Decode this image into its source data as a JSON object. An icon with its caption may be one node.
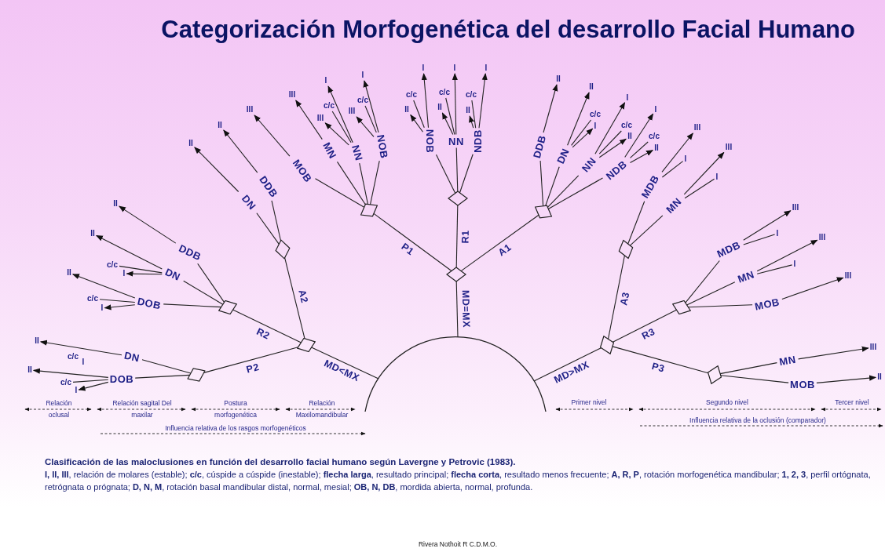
{
  "diagram": {
    "title": "Categorización Morfogenética del desarrollo Facial Humano",
    "caption": "Clasificación de las maloclusiones en función del desarrollo facial humano según Lavergne y Petrovic (1983).",
    "nodes": [
      {
        "text": [],
        "shape": "arc"
      },
      {
        "text": [],
        "shape": "diamond"
      },
      {
        "text": [],
        "shape": "diamond"
      },
      {
        "text": [],
        "shape": "diamond"
      },
      {
        "text": [],
        "shape": "diamond"
      },
      {
        "text": [],
        "shape": "diamond"
      },
      {
        "text": [],
        "shape": "diamond"
      },
      {
        "text": [],
        "shape": "diamond"
      },
      {
        "text": [],
        "shape": "diamond"
      },
      {
        "text": [],
        "shape": "diamond"
      },
      {
        "text": [],
        "shape": "diamond"
      },
      {
        "text": [],
        "shape": "diamond"
      },
      {
        "text": [],
        "shape": "diamond"
      },
      {
        "text": [
          "MOB"
        ]
      },
      {
        "text": [
          "III"
        ]
      },
      {
        "text": [
          "MN"
        ]
      },
      {
        "text": [
          "III"
        ]
      },
      {
        "text": [
          "NN"
        ]
      },
      {
        "text": [
          "I"
        ]
      },
      {
        "text": [
          "c/c"
        ]
      },
      {
        "text": [
          "III"
        ]
      },
      {
        "text": [
          "NOB"
        ]
      },
      {
        "text": [
          "I"
        ]
      },
      {
        "text": [
          "c/c"
        ]
      },
      {
        "text": [
          "III"
        ]
      },
      {
        "text": [
          "NOB"
        ]
      },
      {
        "text": [
          "I"
        ]
      },
      {
        "text": [
          "c/c"
        ]
      },
      {
        "text": [
          "II"
        ]
      },
      {
        "text": [
          "NN"
        ]
      },
      {
        "text": [
          "I"
        ]
      },
      {
        "text": [
          "c/c"
        ]
      },
      {
        "text": [
          "II"
        ]
      },
      {
        "text": [
          "NDB"
        ]
      },
      {
        "text": [
          "I"
        ]
      },
      {
        "text": [
          "c/c"
        ]
      },
      {
        "text": [
          "II"
        ]
      },
      {
        "text": [
          "DDB"
        ]
      },
      {
        "text": [
          "II"
        ]
      },
      {
        "text": [
          "DN"
        ]
      },
      {
        "text": [
          "II"
        ]
      },
      {
        "text": [
          "c/c"
        ]
      },
      {
        "text": [
          "I"
        ]
      },
      {
        "text": [
          "NN"
        ]
      },
      {
        "text": [
          "I"
        ]
      },
      {
        "text": [
          "c/c"
        ]
      },
      {
        "text": [
          "II"
        ]
      },
      {
        "text": [
          "NDB"
        ]
      },
      {
        "text": [
          "I"
        ]
      },
      {
        "text": [
          "c/c"
        ]
      },
      {
        "text": [
          "II"
        ]
      },
      {
        "text": [
          "DN"
        ]
      },
      {
        "text": [
          "II"
        ]
      },
      {
        "text": [
          "DDB"
        ]
      },
      {
        "text": [
          "II"
        ]
      },
      {
        "text": [
          "DDB"
        ]
      },
      {
        "text": [
          "II"
        ]
      },
      {
        "text": [
          "DN"
        ]
      },
      {
        "text": [
          "II"
        ]
      },
      {
        "text": [
          "c/c"
        ]
      },
      {
        "text": [
          "I"
        ]
      },
      {
        "text": [
          "DOB"
        ]
      },
      {
        "text": [
          "II"
        ]
      },
      {
        "text": [
          "c/c"
        ]
      },
      {
        "text": [
          "I"
        ]
      },
      {
        "text": [
          "DN"
        ]
      },
      {
        "text": [
          "II"
        ]
      },
      {
        "text": [
          "DOB"
        ]
      },
      {
        "text": [
          "II"
        ]
      },
      {
        "text": [
          "c/c"
        ]
      },
      {
        "text": [
          "I"
        ]
      },
      {
        "text": [
          "MDB"
        ]
      },
      {
        "text": [
          "III"
        ]
      },
      {
        "text": [
          "I"
        ]
      },
      {
        "text": [
          "MN"
        ]
      },
      {
        "text": [
          "III"
        ]
      },
      {
        "text": [
          "I"
        ]
      },
      {
        "text": [
          "MDB"
        ]
      },
      {
        "text": [
          "III"
        ]
      },
      {
        "text": [
          "I"
        ]
      },
      {
        "text": [
          "MN"
        ]
      },
      {
        "text": [
          "III"
        ]
      },
      {
        "text": [
          "I"
        ]
      },
      {
        "text": [
          "MOB"
        ]
      },
      {
        "text": [
          "III"
        ]
      },
      {
        "text": [
          "MN"
        ]
      },
      {
        "text": [
          "III"
        ]
      },
      {
        "text": [
          "MOB"
        ]
      },
      {
        "text": [
          "II"
        ]
      }
    ],
    "edges": [
      {
        "from": 0,
        "to": 1,
        "arrow": "none",
        "label": "MD=MX"
      },
      {
        "from": 0,
        "to": 5,
        "arrow": "none",
        "label": "MD<MX"
      },
      {
        "from": 0,
        "to": 9,
        "arrow": "none",
        "label": "MD>MX"
      },
      {
        "from": 1,
        "to": 2,
        "arrow": "none",
        "label": "R1"
      },
      {
        "from": 1,
        "to": 3,
        "arrow": "none",
        "label": "P1"
      },
      {
        "from": 1,
        "to": 4,
        "arrow": "none",
        "label": "A1"
      },
      {
        "from": 5,
        "to": 6,
        "arrow": "none",
        "label": "A2"
      },
      {
        "from": 5,
        "to": 7,
        "arrow": "none",
        "label": "R2"
      },
      {
        "from": 5,
        "to": 8,
        "arrow": "none",
        "label": "P2"
      },
      {
        "from": 9,
        "to": 10,
        "arrow": "none",
        "label": "A3"
      },
      {
        "from": 9,
        "to": 11,
        "arrow": "none",
        "label": "R3"
      },
      {
        "from": 9,
        "to": 12,
        "arrow": "none",
        "label": "P3"
      },
      {
        "from": 3,
        "to": 13,
        "arrow": "none"
      },
      {
        "from": 3,
        "to": 15,
        "arrow": "none"
      },
      {
        "from": 3,
        "to": 17,
        "arrow": "none"
      },
      {
        "from": 3,
        "to": 21,
        "arrow": "none"
      },
      {
        "from": 2,
        "to": 25,
        "arrow": "none"
      },
      {
        "from": 2,
        "to": 29,
        "arrow": "none"
      },
      {
        "from": 2,
        "to": 33,
        "arrow": "none"
      },
      {
        "from": 4,
        "to": 37,
        "arrow": "none"
      },
      {
        "from": 4,
        "to": 39,
        "arrow": "none"
      },
      {
        "from": 4,
        "to": 43,
        "arrow": "none"
      },
      {
        "from": 4,
        "to": 47,
        "arrow": "none"
      },
      {
        "from": 6,
        "to": 51,
        "arrow": "none"
      },
      {
        "from": 6,
        "to": 53,
        "arrow": "none"
      },
      {
        "from": 7,
        "to": 55,
        "arrow": "none"
      },
      {
        "from": 7,
        "to": 57,
        "arrow": "none"
      },
      {
        "from": 7,
        "to": 61,
        "arrow": "none"
      },
      {
        "from": 8,
        "to": 65,
        "arrow": "none"
      },
      {
        "from": 8,
        "to": 67,
        "arrow": "none"
      },
      {
        "from": 10,
        "to": 71,
        "arrow": "none"
      },
      {
        "from": 10,
        "to": 74,
        "arrow": "none"
      },
      {
        "from": 11,
        "to": 77,
        "arrow": "none"
      },
      {
        "from": 11,
        "to": 80,
        "arrow": "none"
      },
      {
        "from": 11,
        "to": 83,
        "arrow": "none"
      },
      {
        "from": 12,
        "to": 85,
        "arrow": "none"
      },
      {
        "from": 12,
        "to": 87,
        "arrow": "none"
      },
      {
        "from": 13,
        "to": 14,
        "arrow": "to"
      },
      {
        "from": 15,
        "to": 16,
        "arrow": "to"
      },
      {
        "from": 17,
        "to": 18,
        "arrow": "to"
      },
      {
        "from": 17,
        "to": 19,
        "arrow": "none"
      },
      {
        "from": 17,
        "to": 20,
        "arrow": "to"
      },
      {
        "from": 21,
        "to": 22,
        "arrow": "to"
      },
      {
        "from": 21,
        "to": 23,
        "arrow": "none"
      },
      {
        "from": 21,
        "to": 24,
        "arrow": "to"
      },
      {
        "from": 25,
        "to": 26,
        "arrow": "to"
      },
      {
        "from": 25,
        "to": 27,
        "arrow": "none"
      },
      {
        "from": 25,
        "to": 28,
        "arrow": "to"
      },
      {
        "from": 29,
        "to": 30,
        "arrow": "to"
      },
      {
        "from": 29,
        "to": 31,
        "arrow": "none"
      },
      {
        "from": 29,
        "to": 32,
        "arrow": "to"
      },
      {
        "from": 33,
        "to": 34,
        "arrow": "to"
      },
      {
        "from": 33,
        "to": 35,
        "arrow": "none"
      },
      {
        "from": 33,
        "to": 36,
        "arrow": "to"
      },
      {
        "from": 37,
        "to": 38,
        "arrow": "to"
      },
      {
        "from": 39,
        "to": 40,
        "arrow": "to"
      },
      {
        "from": 39,
        "to": 41,
        "arrow": "none"
      },
      {
        "from": 39,
        "to": 42,
        "arrow": "to"
      },
      {
        "from": 43,
        "to": 44,
        "arrow": "to"
      },
      {
        "from": 43,
        "to": 45,
        "arrow": "none"
      },
      {
        "from": 43,
        "to": 46,
        "arrow": "to"
      },
      {
        "from": 47,
        "to": 48,
        "arrow": "to"
      },
      {
        "from": 47,
        "to": 49,
        "arrow": "none"
      },
      {
        "from": 47,
        "to": 50,
        "arrow": "to"
      },
      {
        "from": 51,
        "to": 52,
        "arrow": "to"
      },
      {
        "from": 53,
        "to": 54,
        "arrow": "to"
      },
      {
        "from": 55,
        "to": 56,
        "arrow": "to"
      },
      {
        "from": 57,
        "to": 58,
        "arrow": "to"
      },
      {
        "from": 57,
        "to": 59,
        "arrow": "none"
      },
      {
        "from": 57,
        "to": 60,
        "arrow": "to"
      },
      {
        "from": 61,
        "to": 62,
        "arrow": "to"
      },
      {
        "from": 61,
        "to": 63,
        "arrow": "none"
      },
      {
        "from": 61,
        "to": 64,
        "arrow": "to"
      },
      {
        "from": 65,
        "to": 66,
        "arrow": "to"
      },
      {
        "from": 67,
        "to": 68,
        "arrow": "to"
      },
      {
        "from": 67,
        "to": 69,
        "arrow": "none"
      },
      {
        "from": 67,
        "to": 70,
        "arrow": "to"
      },
      {
        "from": 71,
        "to": 72,
        "arrow": "to"
      },
      {
        "from": 71,
        "to": 73,
        "arrow": "none"
      },
      {
        "from": 74,
        "to": 75,
        "arrow": "to"
      },
      {
        "from": 74,
        "to": 76,
        "arrow": "none"
      },
      {
        "from": 77,
        "to": 78,
        "arrow": "to"
      },
      {
        "from": 77,
        "to": 79,
        "arrow": "none"
      },
      {
        "from": 80,
        "to": 81,
        "arrow": "to"
      },
      {
        "from": 80,
        "to": 82,
        "arrow": "none"
      },
      {
        "from": 83,
        "to": 84,
        "arrow": "to"
      },
      {
        "from": 85,
        "to": 86,
        "arrow": "to"
      },
      {
        "from": 87,
        "to": 88,
        "arrow": "to"
      }
    ],
    "labels": [
      "c/c",
      "I",
      "Relación oclusal",
      "Relación sagital Del maxilar",
      "Postura morfogenética",
      "Relación Maxilomandibular",
      "Primer nivel",
      "Segundo nivel",
      "Tercer nivel",
      "Influencia relativa de los rasgos morfogenéticos",
      "Influencia relativa de la oclusión (comparador)",
      "**I, II, III**, relación de molares (estable); **c/c**, cúspide a cúspide (inestable); **flecha larga**, resultado principal; **flecha corta**, resultado menos frecuente; **A, R, P**, rotación morfogenética mandibular; **1, 2, 3**, perfil ortógnata, retrógnata o prógnata; **D, N, M**, rotación basal mandibular distal, normal, mesial; **OB, N, DB**, mordida abierta, normal, profunda.",
      "Rivera Nothoit R  C.D.M.O."
    ]
  }
}
